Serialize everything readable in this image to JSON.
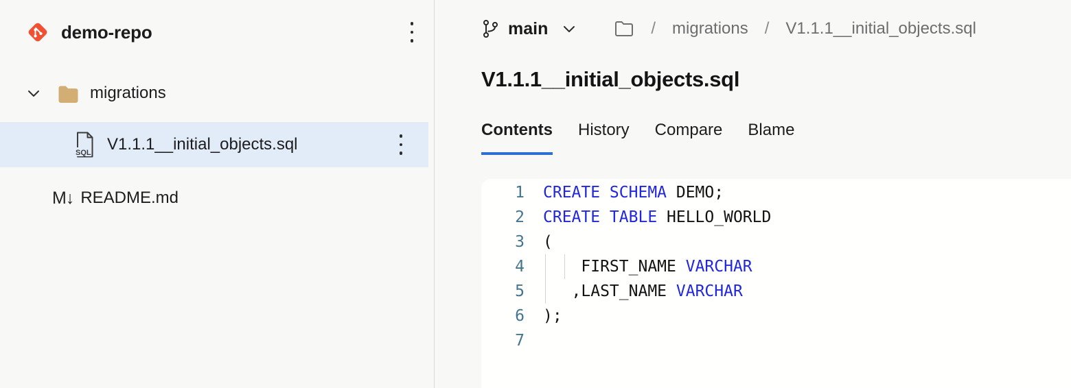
{
  "sidebar": {
    "repo_name": "demo-repo",
    "folder": {
      "label": "migrations",
      "expanded": true
    },
    "file": {
      "label": "V1.1.1__initial_objects.sql",
      "selected": true,
      "icon_text": "SQL"
    },
    "readme": {
      "label": "README.md",
      "icon_text": "M↓"
    }
  },
  "header": {
    "branch": {
      "name": "main"
    },
    "breadcrumb": {
      "separator": "/",
      "items": [
        "migrations",
        "V1.1.1__initial_objects.sql"
      ]
    },
    "title": "V1.1.1__initial_objects.sql"
  },
  "tabs": [
    {
      "label": "Contents",
      "active": true
    },
    {
      "label": "History",
      "active": false
    },
    {
      "label": "Compare",
      "active": false
    },
    {
      "label": "Blame",
      "active": false
    }
  ],
  "code": {
    "language": "sql",
    "lines": [
      {
        "no": "1",
        "guides": [],
        "segments": [
          {
            "t": "CREATE SCHEMA",
            "c": "kw"
          },
          {
            "t": " DEMO;",
            "c": "pl"
          }
        ]
      },
      {
        "no": "2",
        "guides": [],
        "segments": [
          {
            "t": "CREATE TABLE",
            "c": "kw"
          },
          {
            "t": " HELLO_WORLD",
            "c": "pl"
          }
        ]
      },
      {
        "no": "3",
        "guides": [],
        "segments": [
          {
            "t": "(",
            "c": "pl"
          }
        ]
      },
      {
        "no": "4",
        "guides": [
          0,
          2
        ],
        "segments": [
          {
            "t": "    FIRST_NAME ",
            "c": "pl"
          },
          {
            "t": "VARCHAR",
            "c": "kw"
          }
        ]
      },
      {
        "no": "5",
        "guides": [
          0
        ],
        "segments": [
          {
            "t": "   ,LAST_NAME ",
            "c": "pl"
          },
          {
            "t": "VARCHAR",
            "c": "kw"
          }
        ]
      },
      {
        "no": "6",
        "guides": [],
        "segments": [
          {
            "t": ");",
            "c": "pl"
          }
        ]
      },
      {
        "no": "7",
        "guides": [],
        "segments": []
      }
    ]
  },
  "colors": {
    "accent_blue": "#2d72d2",
    "keyword_blue": "#2127dc",
    "line_number": "#44758f",
    "selected_row_bg": "#e2ecf9",
    "git_orange": "#f05133",
    "folder_tan": "#d2ae74",
    "sidebar_bg": "#f8f8f7",
    "code_bg": "#fffffe"
  }
}
